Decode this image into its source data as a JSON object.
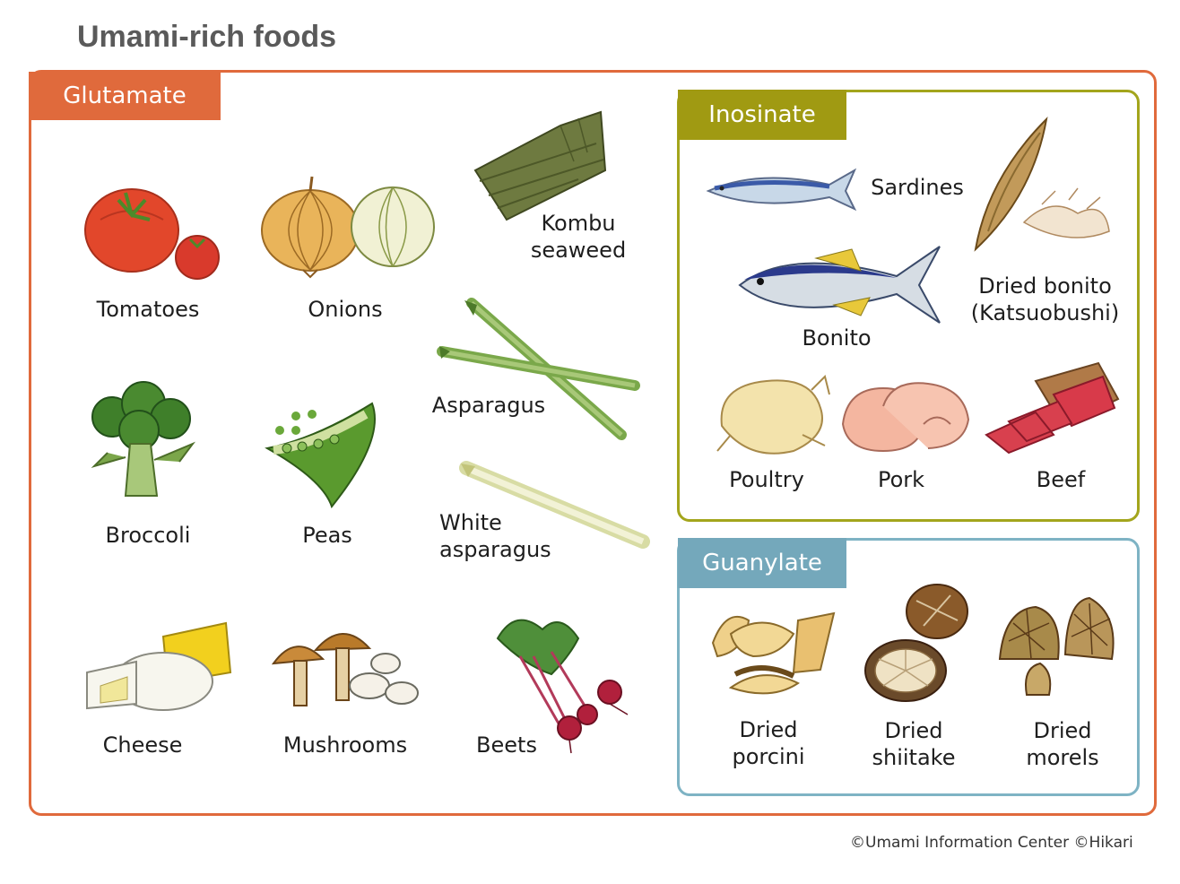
{
  "title": "Umami-rich foods",
  "glutamate": {
    "tab": "Glutamate",
    "color": "#e06a3c",
    "items": [
      {
        "label": "Tomatoes",
        "icon": "tomato-icon"
      },
      {
        "label": "Onions",
        "icon": "onion-icon"
      },
      {
        "label": "Kombu\nseaweed",
        "icon": "kombu-icon"
      },
      {
        "label": "Broccoli",
        "icon": "broccoli-icon"
      },
      {
        "label": "Peas",
        "icon": "peas-icon"
      },
      {
        "label": "Asparagus",
        "icon": "asparagus-icon"
      },
      {
        "label": "White\nasparagus",
        "icon": "white-asparagus-icon"
      },
      {
        "label": "Cheese",
        "icon": "cheese-icon"
      },
      {
        "label": "Mushrooms",
        "icon": "mushrooms-icon"
      },
      {
        "label": "Beets",
        "icon": "beets-icon"
      }
    ]
  },
  "inosinate": {
    "tab": "Inosinate",
    "color": "#a09a12",
    "items": [
      {
        "label": "Sardines",
        "icon": "sardine-icon"
      },
      {
        "label": "Dried bonito\n(Katsuobushi)",
        "icon": "dried-bonito-icon"
      },
      {
        "label": "Bonito",
        "icon": "bonito-icon"
      },
      {
        "label": "Poultry",
        "icon": "poultry-icon"
      },
      {
        "label": "Pork",
        "icon": "pork-icon"
      },
      {
        "label": "Beef",
        "icon": "beef-icon"
      }
    ]
  },
  "guanylate": {
    "tab": "Guanylate",
    "color": "#74a8bb",
    "items": [
      {
        "label": "Dried\nporcini",
        "icon": "dried-porcini-icon"
      },
      {
        "label": "Dried\nshiitake",
        "icon": "dried-shiitake-icon"
      },
      {
        "label": "Dried\nmorels",
        "icon": "dried-morels-icon"
      }
    ]
  },
  "credit": "©Umami Information Center  ©Hikari"
}
